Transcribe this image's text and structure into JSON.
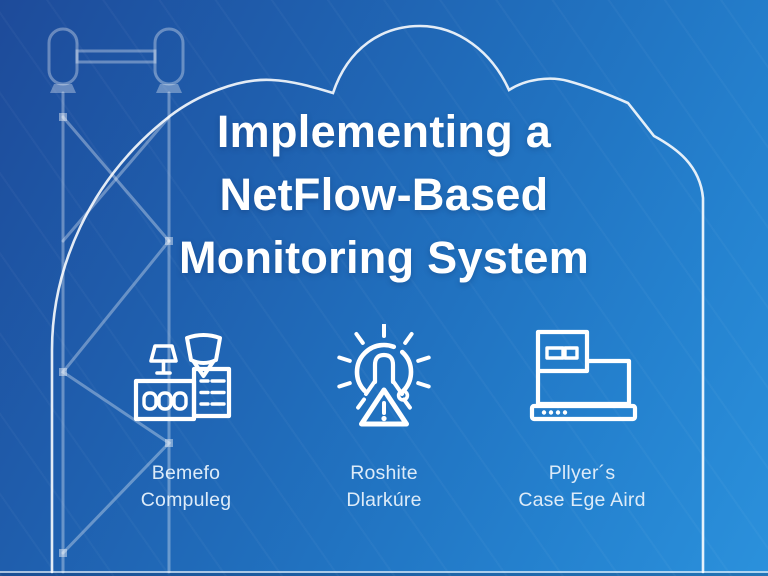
{
  "slide": {
    "title_lines": [
      "Implementing a",
      "NetFlow-Based",
      "Monitoring System"
    ]
  },
  "features": [
    {
      "icon": "counter-device-icon",
      "label_lines": [
        "Bemefo",
        "Compuleg"
      ]
    },
    {
      "icon": "alert-broadcast-icon",
      "label_lines": [
        "Roshite",
        "Dlarkúre"
      ]
    },
    {
      "icon": "laptop-window-icon",
      "label_lines": [
        "Pllyer´s",
        "Case Ege Aird"
      ]
    }
  ],
  "background": {
    "gradient_start": "#1e4b9a",
    "gradient_end": "#2b91dc",
    "decor_elements": [
      "cloud-outline",
      "transmission-tower-outline",
      "baseline"
    ]
  },
  "colors": {
    "title_text": "#ffffff",
    "label_text": "#ddebf8",
    "icon_stroke": "#ffffff",
    "cloud_line": "rgba(255,255,255,0.88)",
    "tower_line": "rgba(255,255,255,0.33)"
  }
}
